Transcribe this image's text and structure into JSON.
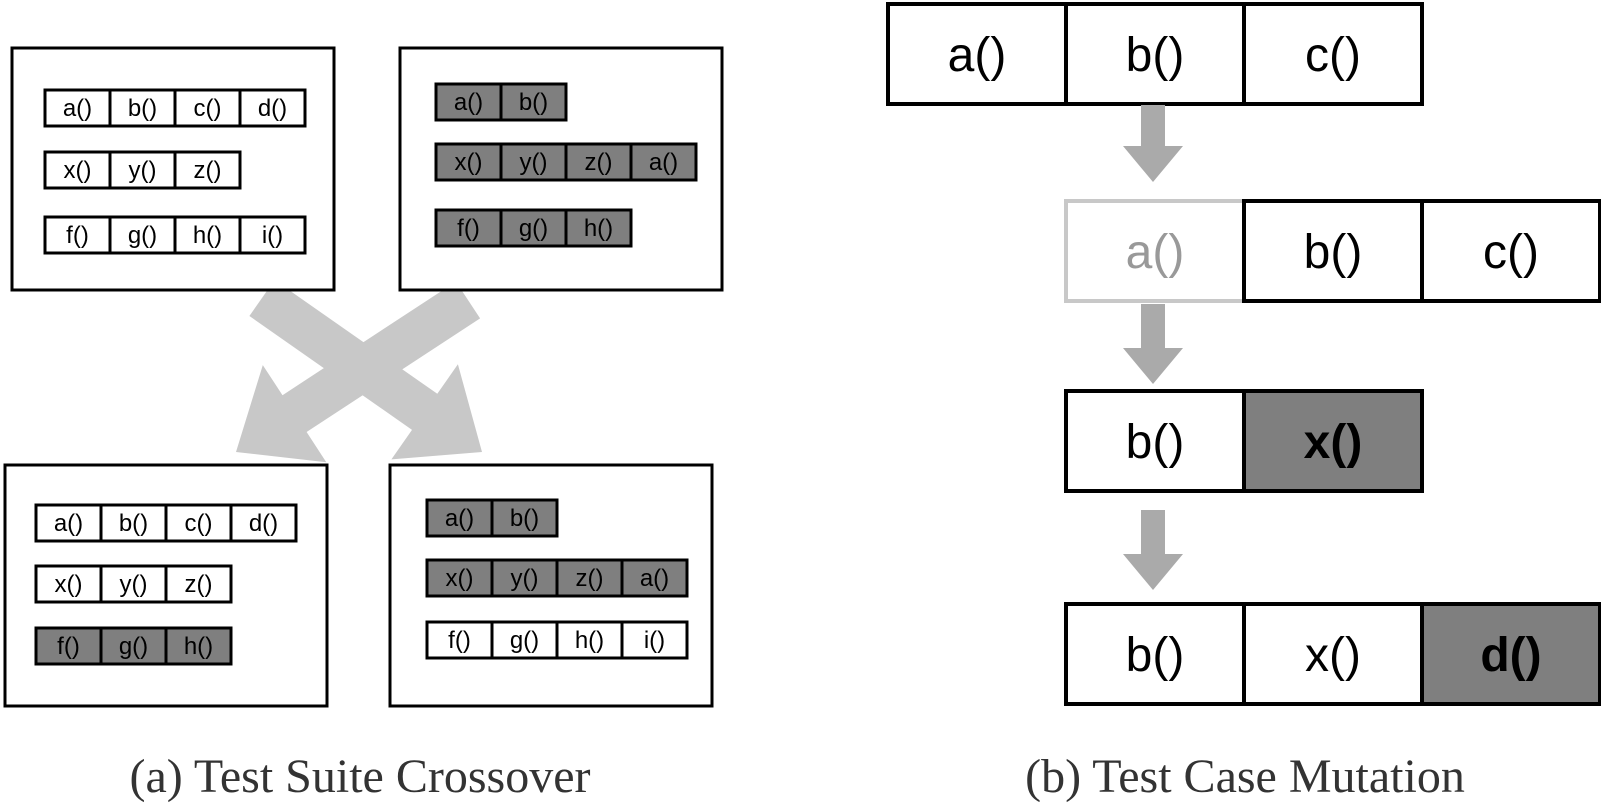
{
  "colors": {
    "line": "#000000",
    "highlight": "#7f7f7f",
    "arrow": "#c8c8c8",
    "arrow_mutation": "#aaaaaa",
    "removed": "#c8c8c8",
    "removed_text": "#999999"
  },
  "crossover": {
    "caption": "(a) Test Suite Crossover",
    "parent_left": [
      {
        "cells": [
          {
            "label": "a()",
            "style": "plain"
          },
          {
            "label": "b()",
            "style": "plain"
          },
          {
            "label": "c()",
            "style": "plain"
          },
          {
            "label": "d()",
            "style": "plain"
          }
        ]
      },
      {
        "cells": [
          {
            "label": "x()",
            "style": "plain"
          },
          {
            "label": "y()",
            "style": "plain"
          },
          {
            "label": "z()",
            "style": "plain"
          }
        ]
      },
      {
        "cells": [
          {
            "label": "f()",
            "style": "plain"
          },
          {
            "label": "g()",
            "style": "plain"
          },
          {
            "label": "h()",
            "style": "plain"
          },
          {
            "label": "i()",
            "style": "plain"
          }
        ]
      }
    ],
    "parent_right": [
      {
        "cells": [
          {
            "label": "a()",
            "style": "gray"
          },
          {
            "label": "b()",
            "style": "gray"
          }
        ]
      },
      {
        "cells": [
          {
            "label": "x()",
            "style": "gray"
          },
          {
            "label": "y()",
            "style": "gray"
          },
          {
            "label": "z()",
            "style": "gray"
          },
          {
            "label": "a()",
            "style": "gray"
          }
        ]
      },
      {
        "cells": [
          {
            "label": "f()",
            "style": "gray"
          },
          {
            "label": "g()",
            "style": "gray"
          },
          {
            "label": "h()",
            "style": "gray"
          }
        ]
      }
    ],
    "child_left": [
      {
        "cells": [
          {
            "label": "a()",
            "style": "plain"
          },
          {
            "label": "b()",
            "style": "plain"
          },
          {
            "label": "c()",
            "style": "plain"
          },
          {
            "label": "d()",
            "style": "plain"
          }
        ]
      },
      {
        "cells": [
          {
            "label": "x()",
            "style": "plain"
          },
          {
            "label": "y()",
            "style": "plain"
          },
          {
            "label": "z()",
            "style": "plain"
          }
        ]
      },
      {
        "cells": [
          {
            "label": "f()",
            "style": "gray"
          },
          {
            "label": "g()",
            "style": "gray"
          },
          {
            "label": "h()",
            "style": "gray"
          }
        ]
      }
    ],
    "child_right": [
      {
        "cells": [
          {
            "label": "a()",
            "style": "gray"
          },
          {
            "label": "b()",
            "style": "gray"
          }
        ]
      },
      {
        "cells": [
          {
            "label": "x()",
            "style": "gray"
          },
          {
            "label": "y()",
            "style": "gray"
          },
          {
            "label": "z()",
            "style": "gray"
          },
          {
            "label": "a()",
            "style": "gray"
          }
        ]
      },
      {
        "cells": [
          {
            "label": "f()",
            "style": "plain"
          },
          {
            "label": "g()",
            "style": "plain"
          },
          {
            "label": "h()",
            "style": "plain"
          },
          {
            "label": "i()",
            "style": "plain"
          }
        ]
      }
    ]
  },
  "mutation": {
    "caption": "(b) Test Case Mutation",
    "steps": [
      {
        "cells": [
          {
            "label": "a()",
            "style": "plain"
          },
          {
            "label": "b()",
            "style": "plain"
          },
          {
            "label": "c()",
            "style": "plain"
          }
        ]
      },
      {
        "cells": [
          {
            "label": "a()",
            "style": "removed"
          },
          {
            "label": "b()",
            "style": "plain"
          },
          {
            "label": "c()",
            "style": "plain"
          }
        ]
      },
      {
        "cells": [
          {
            "label": "b()",
            "style": "plain"
          },
          {
            "label": "x()",
            "style": "gray-bold"
          }
        ]
      },
      {
        "cells": [
          {
            "label": "b()",
            "style": "plain"
          },
          {
            "label": "x()",
            "style": "plain"
          },
          {
            "label": "d()",
            "style": "gray-bold"
          }
        ]
      }
    ]
  }
}
